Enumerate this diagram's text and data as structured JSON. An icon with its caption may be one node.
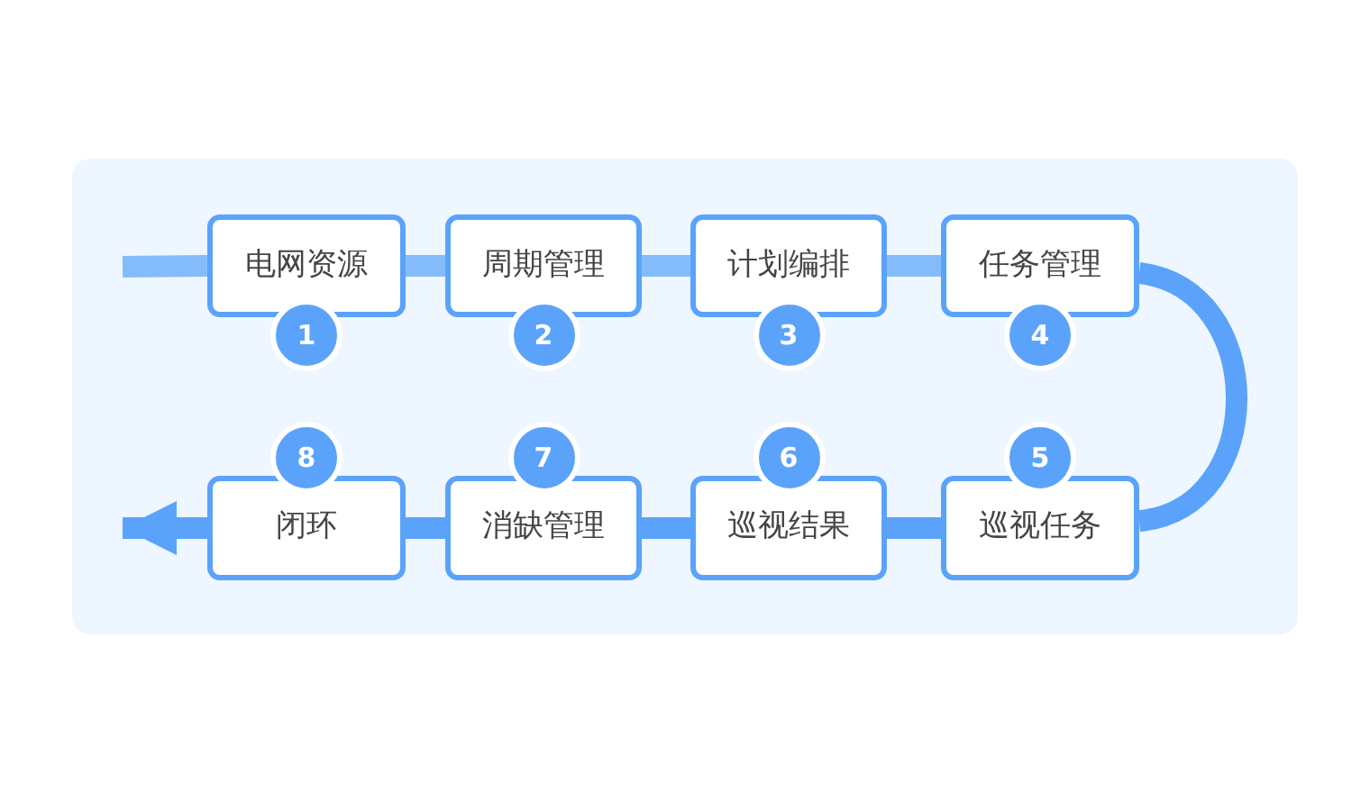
{
  "diagram": {
    "nodes": [
      {
        "text": [
          "电网资源"
        ],
        "beside": [
          "1"
        ]
      },
      {
        "text": [
          "周期管理"
        ],
        "beside": [
          "2"
        ]
      },
      {
        "text": [
          "计划编排"
        ],
        "beside": [
          "3"
        ]
      },
      {
        "text": [
          "任务管理"
        ],
        "beside": [
          "4"
        ]
      },
      {
        "text": [
          "巡视任务"
        ],
        "beside": [
          "5"
        ]
      },
      {
        "text": [
          "巡视结果"
        ],
        "beside": [
          "6"
        ]
      },
      {
        "text": [
          "消缺管理"
        ],
        "beside": [
          "7"
        ]
      },
      {
        "text": [
          "闭环"
        ],
        "beside": [
          "8"
        ]
      }
    ],
    "edges": [
      {
        "from": null,
        "to": 0,
        "arrow": "none",
        "color": "#84bcfb"
      },
      {
        "from": 0,
        "to": 1,
        "arrow": "none",
        "color": "#84bcfb"
      },
      {
        "from": 1,
        "to": 2,
        "arrow": "none",
        "color": "#84bcfb"
      },
      {
        "from": 2,
        "to": 3,
        "arrow": "none",
        "color": "#84bcfb"
      },
      {
        "from": 3,
        "to": 4,
        "arrow": "none"
      },
      {
        "from": 4,
        "to": 5,
        "arrow": "none"
      },
      {
        "from": 5,
        "to": 6,
        "arrow": "none"
      },
      {
        "from": 6,
        "to": 7,
        "arrow": "none"
      },
      {
        "from": 7,
        "to": null,
        "arrow": "to"
      }
    ]
  }
}
